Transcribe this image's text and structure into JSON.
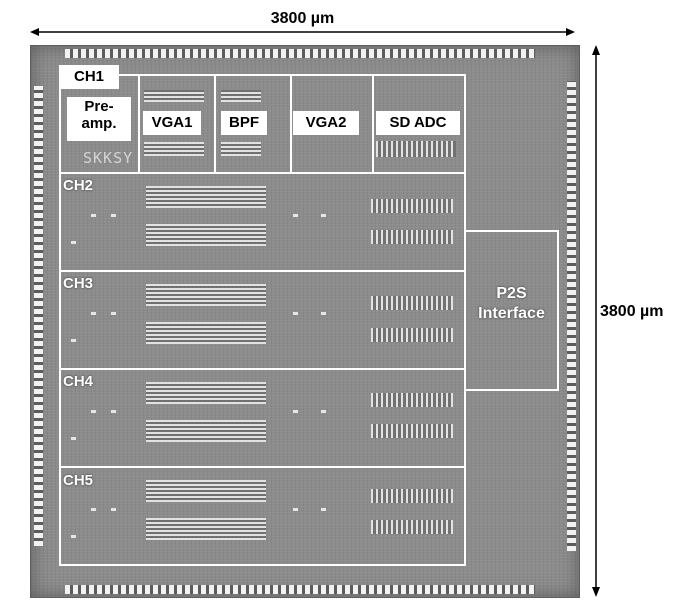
{
  "dimensions": {
    "width_label": "3800 µm",
    "height_label": "3800 µm"
  },
  "channels": [
    {
      "label": "CH1"
    },
    {
      "label": "CH2"
    },
    {
      "label": "CH3"
    },
    {
      "label": "CH4"
    },
    {
      "label": "CH5"
    }
  ],
  "blocks": {
    "preamp": "Pre-\namp.",
    "vga1": "VGA1",
    "bpf": "BPF",
    "vga2": "VGA2",
    "sd_adc": "SD ADC"
  },
  "p2s": {
    "line1": "P2S",
    "line2": "Interface"
  },
  "watermark": "SKKSY",
  "colors": {
    "die": "#8c8c8c",
    "outline": "#ffffff",
    "arrow": "#000000"
  }
}
